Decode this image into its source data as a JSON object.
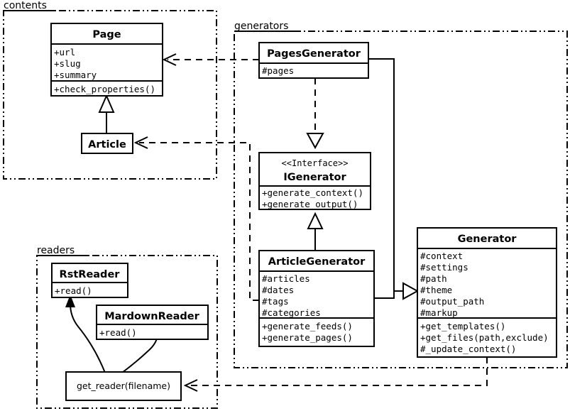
{
  "diagram": {
    "kind": "uml-class-diagram",
    "background": "#ffffff",
    "stroke_color": "#000000"
  },
  "packages": [
    {
      "id": "contents",
      "label": "contents"
    },
    {
      "id": "generators",
      "label": "generators"
    },
    {
      "id": "readers",
      "label": "readers"
    }
  ],
  "classes": {
    "page": {
      "name": "Page",
      "attributes": [
        "+url",
        "+slug",
        "+summary"
      ],
      "methods": [
        "+check_properties()"
      ]
    },
    "article": {
      "name": "Article",
      "attributes": [],
      "methods": []
    },
    "pages_generator": {
      "name": "PagesGenerator",
      "attributes": [
        "#pages"
      ],
      "methods": []
    },
    "igenerator": {
      "stereotype": "<<Interface>>",
      "name": "IGenerator",
      "attributes": [],
      "methods": [
        "+generate_context()",
        "+generate_output()"
      ]
    },
    "article_generator": {
      "name": "ArticleGenerator",
      "attributes": [
        "#articles",
        "#dates",
        "#tags",
        "#categories"
      ],
      "methods": [
        "+generate_feeds()",
        "+generate_pages()"
      ]
    },
    "generator": {
      "name": "Generator",
      "attributes": [
        "#context",
        "#settings",
        "#path",
        "#theme",
        "#output_path",
        "#markup"
      ],
      "methods": [
        "+get_templates()",
        "+get_files(path,exclude)",
        "#_update_context()"
      ]
    },
    "rst_reader": {
      "name": "RstReader",
      "attributes": [],
      "methods": [
        "+read()"
      ]
    },
    "mardown_reader": {
      "name": "MardownReader",
      "attributes": [],
      "methods": [
        "+read()"
      ]
    },
    "get_reader": {
      "name": "get_reader(filename)"
    }
  },
  "relationships": [
    {
      "id": "article-inherits-page",
      "type": "generalization",
      "from": "Article",
      "to": "Page"
    },
    {
      "id": "pagesgenerator-realizes-igenerator",
      "type": "realization",
      "from": "PagesGenerator",
      "to": "IGenerator"
    },
    {
      "id": "articlegenerator-realizes-igenerator",
      "type": "generalization",
      "from": "ArticleGenerator",
      "to": "IGenerator"
    },
    {
      "id": "pagesgenerator-inherits-generator",
      "type": "generalization",
      "from": "PagesGenerator",
      "to": "Generator"
    },
    {
      "id": "articlegenerator-inherits-generator",
      "type": "generalization",
      "from": "ArticleGenerator",
      "to": "Generator"
    },
    {
      "id": "pagesgenerator-uses-page",
      "type": "dependency",
      "from": "PagesGenerator",
      "to": "Page"
    },
    {
      "id": "articlegenerator-uses-article",
      "type": "dependency",
      "from": "ArticleGenerator",
      "to": "Article"
    },
    {
      "id": "generator-uses-get-reader",
      "type": "dependency",
      "from": "Generator",
      "to": "get_reader(filename)"
    },
    {
      "id": "get-reader-creates-rstreader",
      "type": "create",
      "from": "get_reader(filename)",
      "to": "RstReader"
    },
    {
      "id": "get-reader-creates-mardownreader",
      "type": "create",
      "from": "get_reader(filename)",
      "to": "MardownReader"
    }
  ]
}
